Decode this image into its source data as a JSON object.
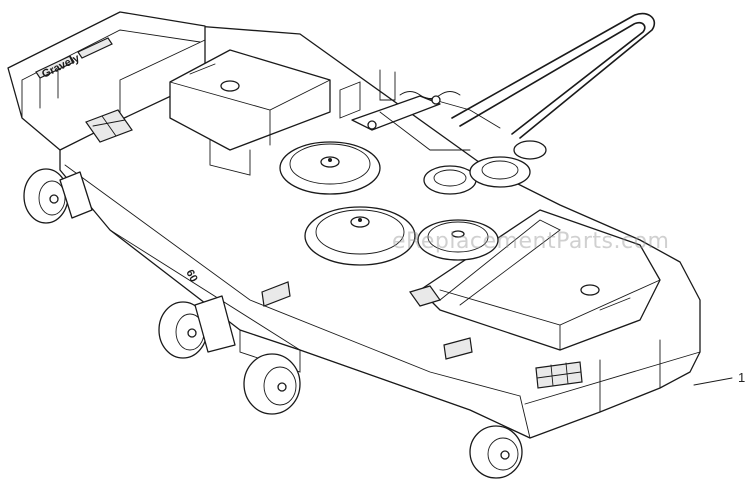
{
  "watermark": "eReplacementParts.com",
  "callouts": [
    {
      "label": "1"
    }
  ],
  "decals": {
    "side_logo": "Gravely",
    "deck_size": "60"
  }
}
